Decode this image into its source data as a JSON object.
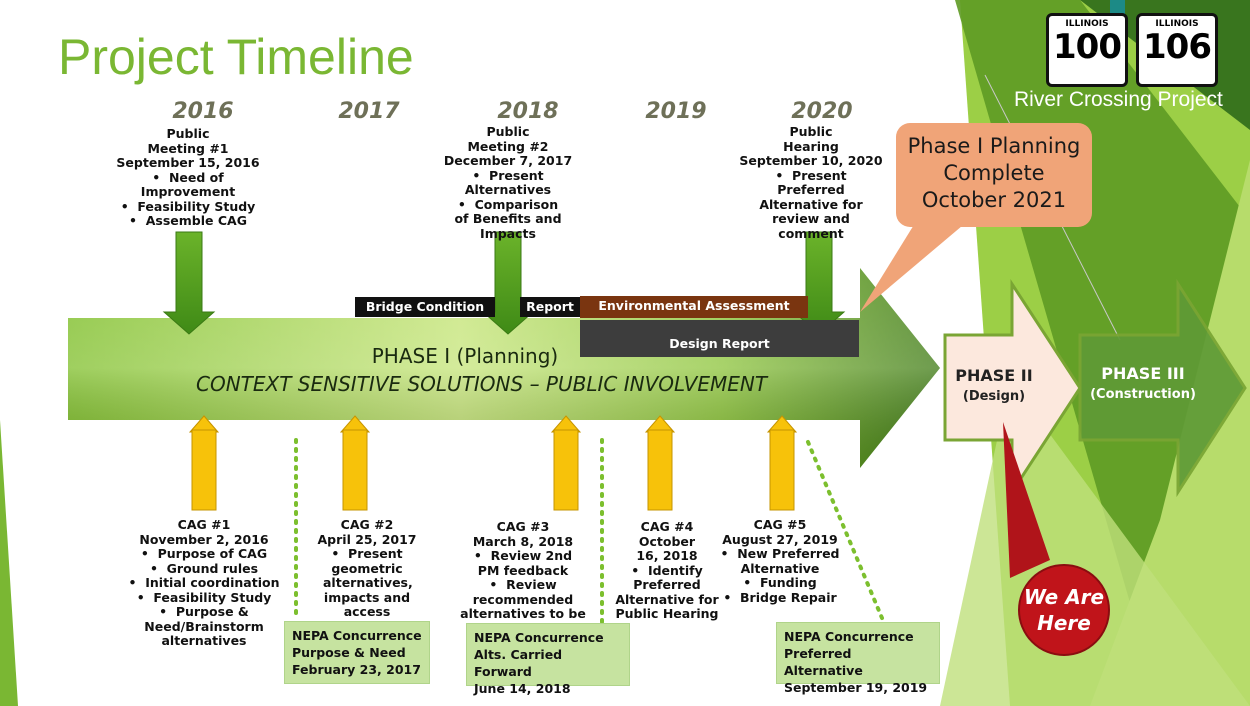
{
  "title": "Project Timeline",
  "years": [
    "2016",
    "2017",
    "2018",
    "2019",
    "2020"
  ],
  "top_notes": [
    {
      "heading": [
        "Public",
        "Meeting #1",
        "September 15, 2016"
      ],
      "bullets": [
        "Need of Improvement",
        "Feasibility Study",
        "Assemble CAG"
      ]
    },
    {
      "heading": [
        "Public",
        "Meeting #2",
        "December 7, 2017"
      ],
      "bullets": [
        "Present Alternatives",
        "Comparison of Benefits and Impacts"
      ]
    },
    {
      "heading": [
        "Public",
        "Hearing",
        "September 10, 2020"
      ],
      "bullets": [
        "Present Preferred Alternative for review and comment"
      ]
    }
  ],
  "bars": {
    "bridge_condition": "Bridge Condition",
    "report": "Report",
    "environmental_assessment": "Environmental Assessment",
    "design_report": "Design Report"
  },
  "phase1": {
    "title": "PHASE I (Planning)",
    "subtitle": "CONTEXT SENSITIVE SOLUTIONS – PUBLIC INVOLVEMENT"
  },
  "callout": {
    "line1": "Phase I Planning",
    "line2": "Complete",
    "line3": "October 2021"
  },
  "shields": [
    {
      "state": "ILLINOIS",
      "number": "100"
    },
    {
      "state": "ILLINOIS",
      "number": "106"
    }
  ],
  "project_name": "River Crossing Project",
  "phase2": {
    "title": "PHASE II",
    "subtitle": "(Design)"
  },
  "phase3": {
    "title": "PHASE III",
    "subtitle": "(Construction)"
  },
  "cag_notes": [
    {
      "heading": [
        "CAG #1",
        "November 2, 2016"
      ],
      "bullets": [
        "Purpose of CAG",
        "Ground rules",
        "Initial coordination",
        "Feasibility Study",
        "Purpose & Need/Brainstorm alternatives"
      ]
    },
    {
      "heading": [
        "CAG #2",
        "April 25, 2017"
      ],
      "bullets": [
        "Present geometric alternatives, impacts and access"
      ]
    },
    {
      "heading": [
        "CAG #3",
        "March 8, 2018"
      ],
      "bullets": [
        "Review 2nd PM feedback",
        "Review recommended alternatives to be carried forward"
      ]
    },
    {
      "heading": [
        "CAG #4",
        "October 16, 2018"
      ],
      "bullets": [
        "Identify Preferred Alternative for Public Hearing"
      ]
    },
    {
      "heading": [
        "CAG #5",
        "August 27, 2019"
      ],
      "bullets": [
        "New Preferred Alternative",
        "Funding",
        "Bridge Repair"
      ]
    }
  ],
  "nepa": [
    {
      "line1": "NEPA Concurrence",
      "line2": "Purpose & Need",
      "line3": "February 23, 2017"
    },
    {
      "line1": "NEPA Concurrence",
      "line2": "Alts. Carried Forward",
      "line3": "June 14, 2018"
    },
    {
      "line1": "NEPA Concurrence",
      "line2": "Preferred Alternative",
      "line3": "September 19, 2019"
    }
  ],
  "we_are_here": {
    "line1": "We Are",
    "line2": "Here"
  },
  "colors": {
    "title_green": "#7ab733",
    "arrow_dark": "#4e8a1c",
    "arrow_light": "#b6dc6a",
    "orange_arrow": "#f7c20a",
    "callout_orange": "#f0a478",
    "nepa_green": "#c6e3a0",
    "env_brown": "#7a3510",
    "bar_black": "#111111",
    "design_gray": "#3d3d3d",
    "marker_red": "#c0141a"
  }
}
